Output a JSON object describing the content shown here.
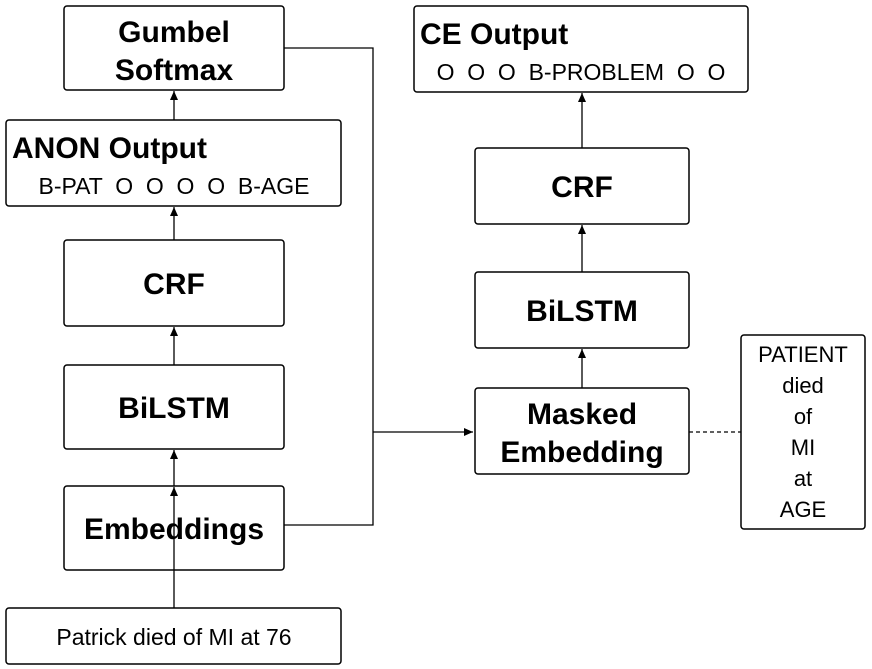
{
  "gumbel": {
    "line1": "Gumbel",
    "line2": "Softmax"
  },
  "anon_output": {
    "title": "ANON Output",
    "tags": "B-PAT  O  O  O  O  B-AGE"
  },
  "left_crf": {
    "label": "CRF"
  },
  "left_bilstm": {
    "label": "BiLSTM"
  },
  "embeddings": {
    "label": "Embeddings"
  },
  "input_sentence": {
    "label": "Patrick died of MI at 76"
  },
  "ce_output": {
    "title": "CE Output",
    "tags": "O  O  O  B-PROBLEM  O  O"
  },
  "right_crf": {
    "label": "CRF"
  },
  "right_bilstm": {
    "label": "BiLSTM"
  },
  "masked_embedding": {
    "line1": "Masked",
    "line2": "Embedding"
  },
  "masked_sentence": {
    "words": [
      "PATIENT",
      "died",
      "of",
      "MI",
      "at",
      "AGE"
    ]
  }
}
